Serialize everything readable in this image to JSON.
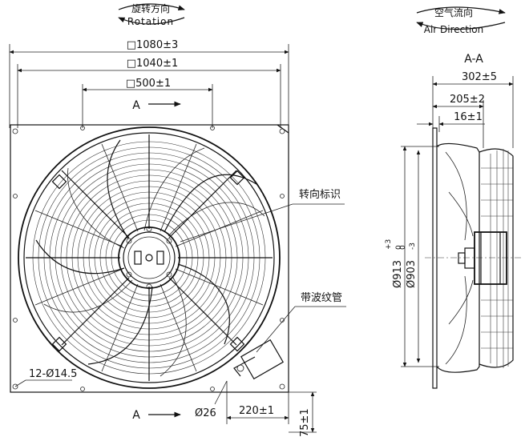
{
  "header": {
    "rotation_cn": "旋转方向",
    "rotation_en": "Rotation",
    "airflow_cn": "空气流向",
    "airflow_en": "Air Direction"
  },
  "front_view": {
    "dim_outer": "□1080±3",
    "dim_mid": "□1040±1",
    "dim_inner": "□500±1",
    "section_mark_top": "A",
    "section_mark_bottom": "A",
    "callout_rotation_label": "转向标识",
    "callout_conduit": "带波纹管",
    "holes": "12-Ø14.5",
    "cable_dia": "Ø26",
    "dim_offset": "220±1",
    "dim_vertical": "75±1"
  },
  "side_view": {
    "section_title": "A-A",
    "dim_depth_total": "302±5",
    "dim_depth_mid": "205±2",
    "dim_depth_small": "16±1",
    "dia_outer": "Ø913",
    "dia_outer_tol_upper": "+3",
    "dia_outer_tol_lower": "0",
    "dia_inner": "Ø903",
    "dia_inner_tol_upper": "0",
    "dia_inner_tol_lower": "-3"
  }
}
